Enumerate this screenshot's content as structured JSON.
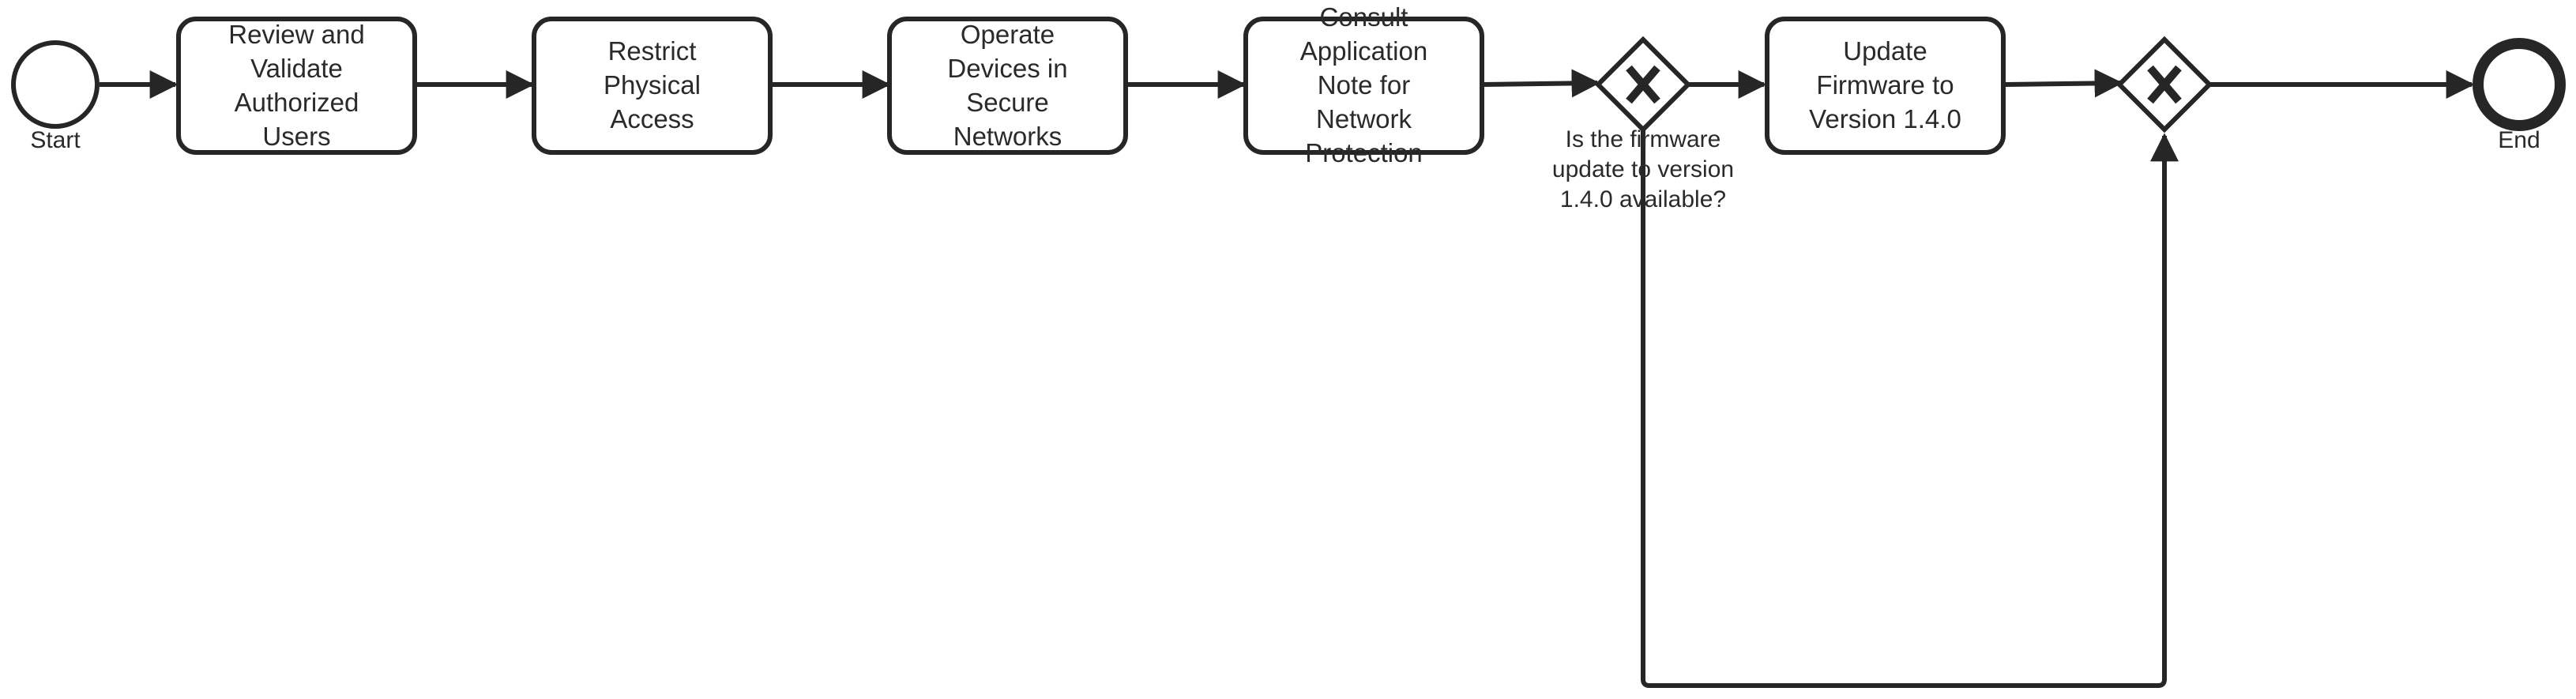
{
  "diagram": {
    "type": "bpmn-process",
    "colors": {
      "stroke": "#262626",
      "text": "#2a2a2a",
      "fill": "#ffffff"
    },
    "start_event": {
      "label": "Start"
    },
    "end_event": {
      "label": "End"
    },
    "tasks": [
      {
        "id": "review",
        "lines": [
          "Review and",
          "Validate",
          "Authorized",
          "Users"
        ]
      },
      {
        "id": "restrict",
        "lines": [
          "Restrict",
          "Physical",
          "Access"
        ]
      },
      {
        "id": "operate",
        "lines": [
          "Operate",
          "Devices in",
          "Secure",
          "Networks"
        ]
      },
      {
        "id": "consult",
        "lines": [
          "Consult",
          "Application",
          "Note for",
          "Network",
          "Protection"
        ]
      },
      {
        "id": "update",
        "lines": [
          "Update",
          "Firmware to",
          "Version 1.4.0"
        ]
      }
    ],
    "gateways": [
      {
        "id": "split",
        "marker": "X",
        "lines": [
          "Is the firmware",
          "update to version",
          "1.4.0 available?"
        ]
      },
      {
        "id": "merge",
        "marker": "X",
        "lines": []
      }
    ]
  }
}
